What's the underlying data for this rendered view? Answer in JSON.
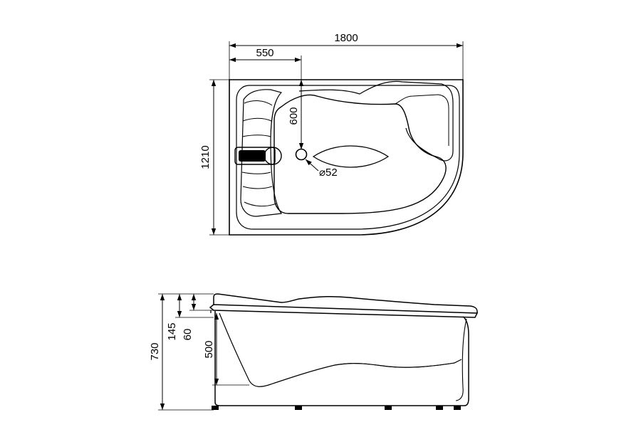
{
  "top_view": {
    "dimensions": {
      "length": "1800",
      "drain_offset_x": "550",
      "drain_offset_y": "600",
      "width": "1210",
      "drain_diameter": "⌀52"
    }
  },
  "side_view": {
    "dimensions": {
      "total_height": "730",
      "headrest_height": "145",
      "rim_height": "60",
      "basin_depth": "500"
    }
  },
  "colors": {
    "line": "#000000",
    "background": "#ffffff"
  }
}
